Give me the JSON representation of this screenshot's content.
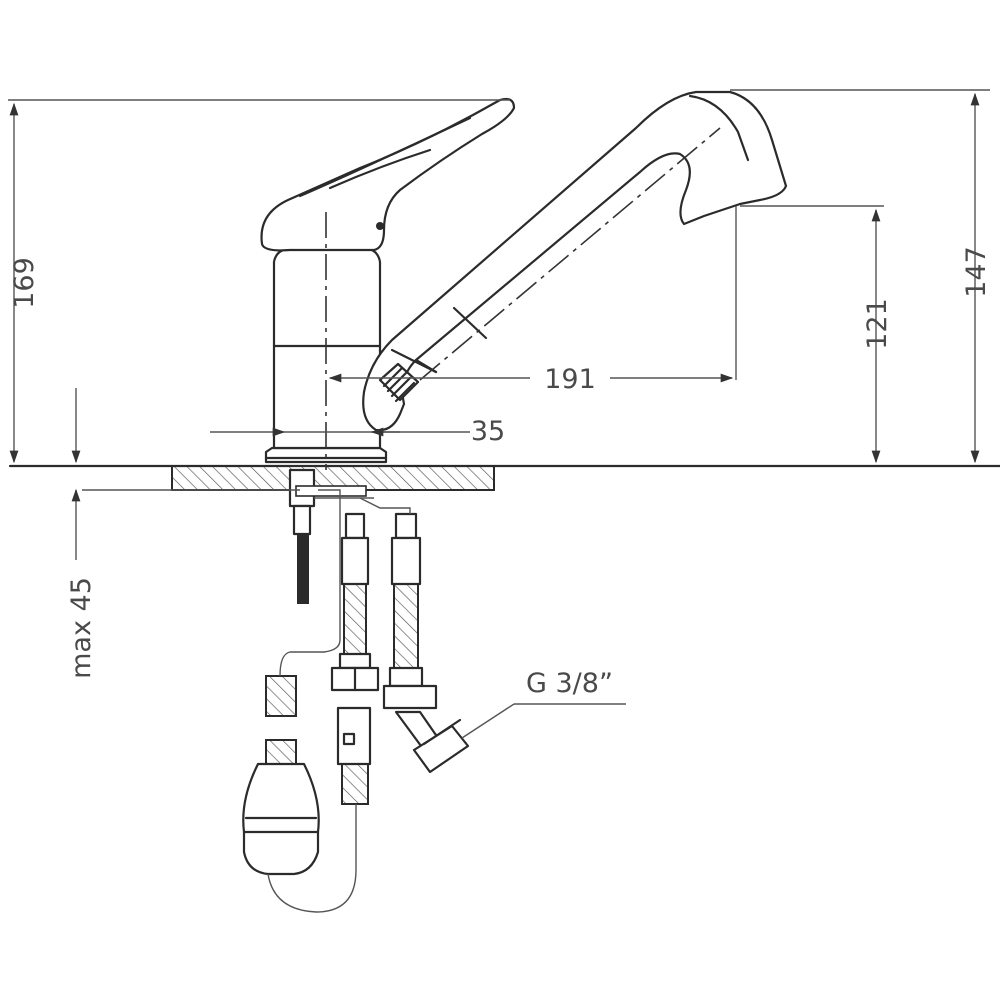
{
  "dimensions": {
    "overall_height": "169",
    "spout_height": "147",
    "spout_outlet_height": "121",
    "spout_reach": "191",
    "base_width": "35",
    "max_deck_thickness": "max 45",
    "thread_size": "G 3/8”"
  },
  "colors": {
    "line": "#2b2b2b",
    "dimension_text": "#4a4a4a",
    "background": "#ffffff"
  }
}
